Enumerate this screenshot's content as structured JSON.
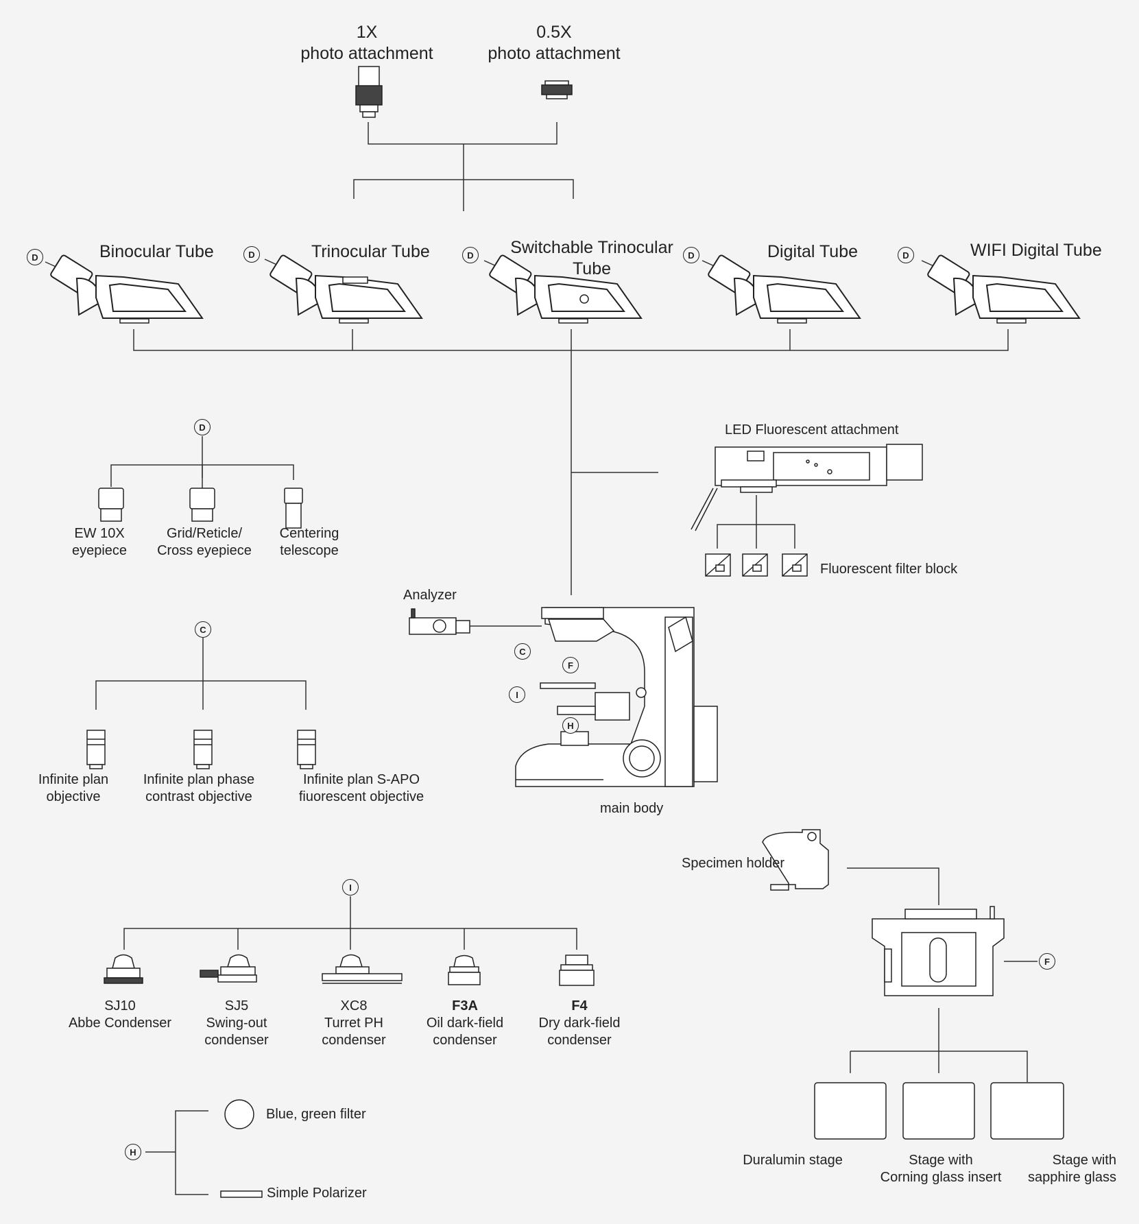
{
  "photo": {
    "one_x": {
      "line1": "1X",
      "line2": "photo attachment"
    },
    "half_x": {
      "line1": "0.5X",
      "line2": "photo  attachment"
    }
  },
  "tubes": {
    "binocular": "Binocular Tube",
    "trinocular": "Trinocular Tube",
    "switchable_line1": "Switchable Trinocular",
    "switchable_line2": "Tube",
    "digital": "Digital Tube",
    "wifi": "WIFI Digital Tube"
  },
  "badges": {
    "d": "D",
    "c": "C",
    "f": "F",
    "i": "I",
    "h": "H"
  },
  "eyepieces": {
    "ew10x": {
      "line1": "EW 10X",
      "line2": "eyepiece"
    },
    "grid": {
      "line1": "Grid/Reticle/",
      "line2": "Cross eyepiece"
    },
    "centering": {
      "line1": "Centering",
      "line2": "telescope"
    }
  },
  "fluorescent": {
    "attachment": "LED Fluorescent attachment",
    "filter_block": "Fluorescent filter block"
  },
  "analyzer": "Analyzer",
  "main_body": "main body",
  "objectives": {
    "plan": {
      "line1": "Infinite plan",
      "line2": "objective"
    },
    "phase": {
      "line1": "Infinite plan phase",
      "line2": "contrast objective"
    },
    "sapo": {
      "line1": "Infinite plan S-APO",
      "line2": "fiuorescent objective"
    }
  },
  "condensers": {
    "sj10": {
      "line1": "SJ10",
      "line2": "Abbe Condenser"
    },
    "sj5": {
      "line1": "SJ5",
      "line2": "Swing-out",
      "line3": "condenser"
    },
    "xc8": {
      "line1": "XC8",
      "line2": "Turret PH",
      "line3": "condenser"
    },
    "f3a": {
      "line1": "F3A",
      "line2": "Oil dark-field",
      "line3": "condenser"
    },
    "f4": {
      "line1": "F4",
      "line2": "Dry dark-field",
      "line3": "condenser"
    }
  },
  "filters": {
    "blue_green": "Blue, green filter",
    "polarizer": "Simple Polarizer"
  },
  "specimen_holder": "Specimen holder",
  "stages": {
    "duralumin": "Duralumin stage",
    "corning": {
      "line1": "Stage with",
      "line2": "Corning glass insert"
    },
    "sapphire": {
      "line1": "Stage with",
      "line2": "sapphire glass"
    }
  }
}
